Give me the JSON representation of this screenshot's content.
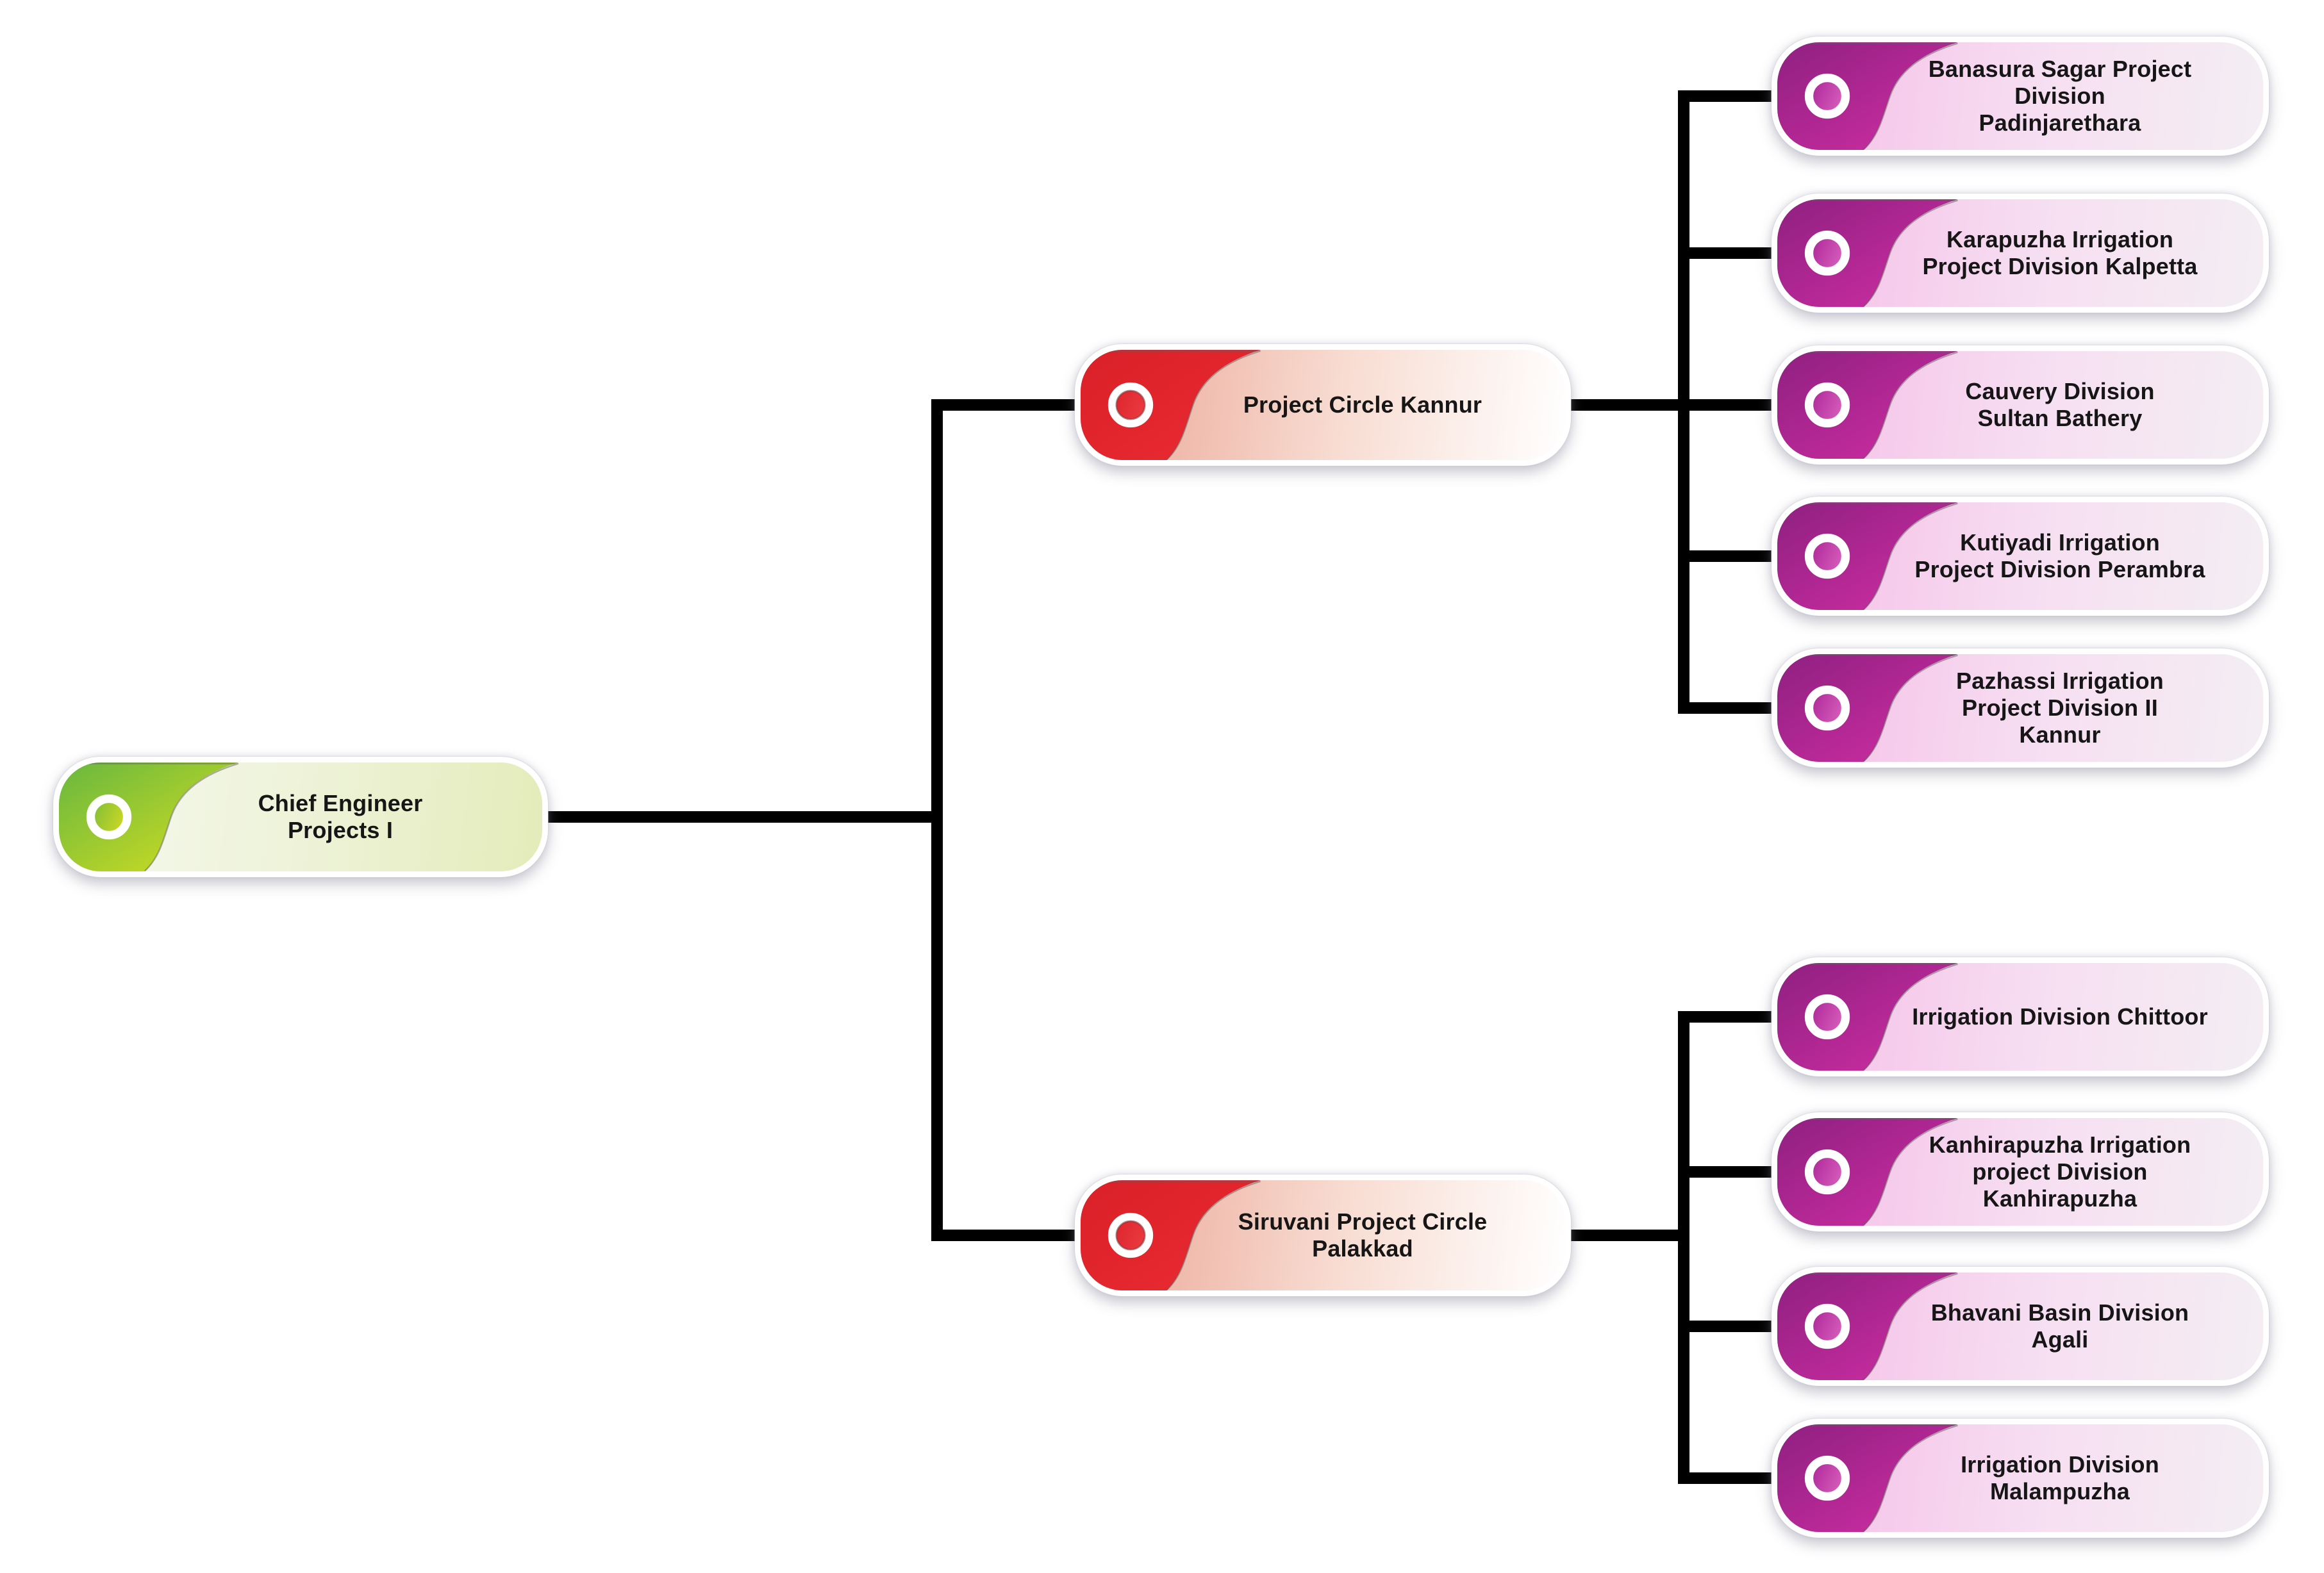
{
  "diagram": {
    "type": "org-chart",
    "line_color": "#000000",
    "palette": {
      "green": {
        "swoosh_start": "#68b73f",
        "swoosh_end": "#d9e01f",
        "dot_start": "#79ba3a",
        "dot_end": "#c8d724",
        "body_start": "#f3f7e9",
        "body_mid": "#edf2d6",
        "body_end": "#e4ecba"
      },
      "red": {
        "swoosh_start": "#d92028",
        "swoosh_end": "#ec2b33",
        "dot_start": "#dc2129",
        "dot_end": "#ea3a40",
        "body_start": "#eeb2a3",
        "body_mid": "#f8ddd3",
        "body_end": "#ffffff"
      },
      "magenta": {
        "swoosh_start": "#8e2080",
        "swoosh_end": "#d42ea6",
        "dot_start": "#a92095",
        "dot_end": "#d55cba",
        "body_start": "#f6c5e9",
        "body_mid": "#f6dff2",
        "body_end": "#f4eef3"
      }
    },
    "nodes": [
      {
        "id": "chief-engineer-projects-1",
        "label": "Chief Engineer\nProjects I",
        "variant": "green",
        "parent": null
      },
      {
        "id": "project-circle-kannur",
        "label": "Project Circle Kannur",
        "variant": "red",
        "parent": "chief-engineer-projects-1"
      },
      {
        "id": "siruvani-project-circle-palakkad",
        "label": "Siruvani Project Circle\nPalakkad",
        "variant": "red",
        "parent": "chief-engineer-projects-1"
      },
      {
        "id": "banasura-sagar-project-division",
        "label": "Banasura Sagar Project\nDivision\nPadinjarethara",
        "variant": "magenta",
        "parent": "project-circle-kannur"
      },
      {
        "id": "karapuzha-irrigation-division",
        "label": "Karapuzha Irrigation\nProject Division Kalpetta",
        "variant": "magenta",
        "parent": "project-circle-kannur"
      },
      {
        "id": "cauvery-division",
        "label": "Cauvery Division\nSultan Bathery",
        "variant": "magenta",
        "parent": "project-circle-kannur"
      },
      {
        "id": "kutiyadi-irrigation-division",
        "label": "Kutiyadi Irrigation\nProject Division Perambra",
        "variant": "magenta",
        "parent": "project-circle-kannur"
      },
      {
        "id": "pazhassi-irrigation-division",
        "label": "Pazhassi Irrigation\nProject Division II\nKannur",
        "variant": "magenta",
        "parent": "project-circle-kannur"
      },
      {
        "id": "irrigation-division-chittoor",
        "label": "Irrigation Division Chittoor",
        "variant": "magenta",
        "parent": "siruvani-project-circle-palakkad"
      },
      {
        "id": "kanhirapuzha-irrigation-division",
        "label": "Kanhirapuzha Irrigation\nproject Division\nKanhirapuzha",
        "variant": "magenta",
        "parent": "siruvani-project-circle-palakkad"
      },
      {
        "id": "bhavani-basin-division",
        "label": "Bhavani Basin Division\nAgali",
        "variant": "magenta",
        "parent": "siruvani-project-circle-palakkad"
      },
      {
        "id": "irrigation-division-malampuzha",
        "label": "Irrigation Division\nMalampuzha",
        "variant": "magenta",
        "parent": "siruvani-project-circle-palakkad"
      }
    ]
  }
}
